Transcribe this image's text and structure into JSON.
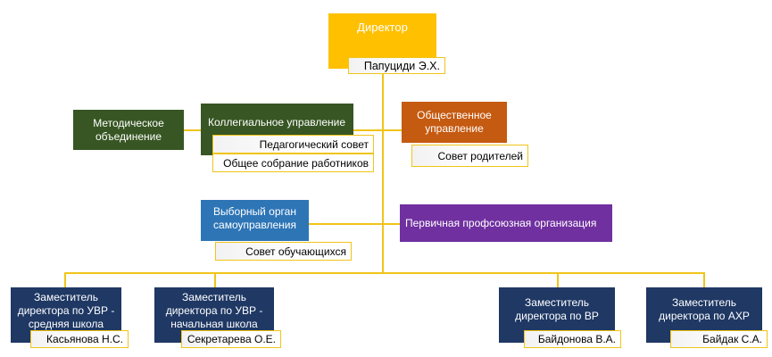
{
  "colors": {
    "director": "#ffc000",
    "green": "#375623",
    "orange": "#c55a11",
    "blue": "#2e75b6",
    "purple": "#7030a0",
    "navy": "#1f3864",
    "connector": "#f0c419"
  },
  "director": {
    "title": "Директор",
    "name": "Папуциди Э.Х."
  },
  "methodical": {
    "title": "Методическое объединение"
  },
  "collegial": {
    "title": "Коллегиальное управление",
    "items": [
      "Педагогический совет",
      "Общее собрание работников"
    ]
  },
  "public_board": {
    "title": "Общественное управление",
    "item": "Совет родителей"
  },
  "self_government": {
    "title": "Выборный орган самоуправления",
    "item": "Совет обучающихся"
  },
  "union": {
    "title": "Первичная профсоюзная организация"
  },
  "deputies": [
    {
      "title": "Заместитель директора по УВР - средняя школа",
      "name": "Касьянова Н.С."
    },
    {
      "title": "Заместитель директора по УВР - начальная школа",
      "name": "Секретарева О.Е."
    },
    {
      "title": "Заместитель директора по ВР",
      "name": "Байдонова В.А."
    },
    {
      "title": "Заместитель директора по АХР",
      "name": "Байдак С.А."
    }
  ]
}
